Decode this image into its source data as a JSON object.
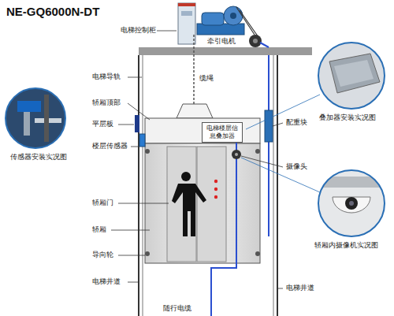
{
  "diagram": {
    "title": "NE-GQ6000N-DT",
    "nodes": [
      {
        "text": [
          "电梯楼层信息叠加器"
        ]
      }
    ],
    "labels": [
      "电梯控制柜",
      "牵引电机",
      "电梯导轨",
      "缆绳",
      "轿厢顶部",
      "平层板",
      "楼层传感器",
      "传感器安装实况图",
      "叠加器安装实况图",
      "配重块",
      "摄像头",
      "轿厢内摄像机实况图",
      "轿厢门",
      "轿厢",
      "导向轮",
      "电梯井道",
      "电梯井道",
      "随行电缆"
    ]
  }
}
